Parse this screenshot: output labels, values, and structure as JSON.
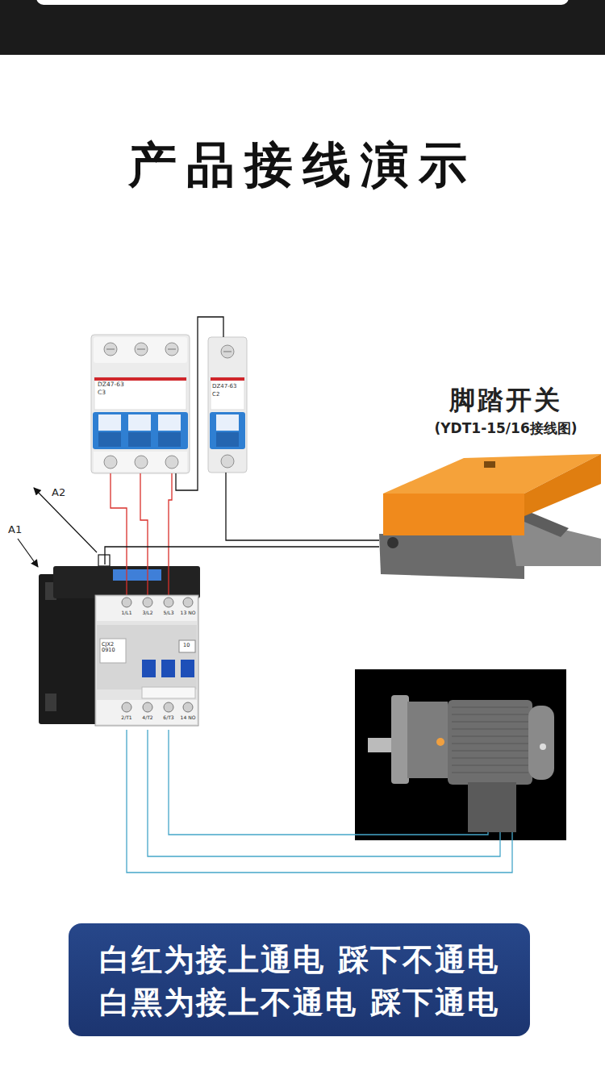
{
  "diagram": {
    "title": "产品接线演示",
    "nodes": [
      {
        "text": [
          "DZ47-63",
          "C3"
        ]
      },
      {
        "text": [
          "DZ47-63",
          "C2"
        ]
      },
      {
        "text": [
          "脚踏开关",
          "(YDT1-15/16接线图)"
        ]
      },
      {
        "text": [
          "1/L1",
          "3/L2",
          "5/L3",
          "13 NO",
          "CJX2 0910",
          "10",
          "2/T1",
          "4/T2",
          "6/T3",
          "14 NO"
        ]
      },
      {
        "text": [
          "白红为接上通电 踩下不通电",
          "白黑为接上不通电 踩下通电"
        ]
      }
    ],
    "edges": [
      {
        "from": 0,
        "to": 3,
        "arrow": "none"
      },
      {
        "from": 0,
        "to": 3,
        "arrow": "none"
      },
      {
        "from": 0,
        "to": 3,
        "arrow": "none"
      },
      {
        "from": 0,
        "to": 1,
        "arrow": "none"
      },
      {
        "from": 1,
        "to": 2,
        "arrow": "none"
      },
      {
        "from": 2,
        "to": 3,
        "arrow": "none"
      }
    ],
    "labels": [
      "A2",
      "A1"
    ]
  }
}
